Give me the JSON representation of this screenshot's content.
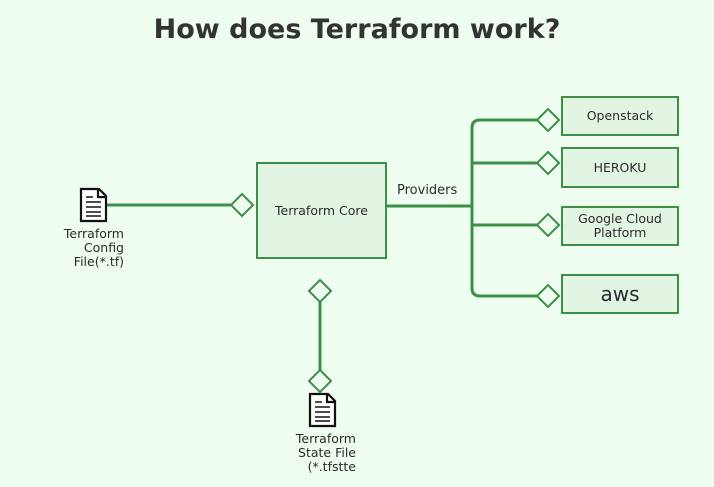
{
  "title": "How does Terraform work?",
  "core": {
    "label": "Terraform Core"
  },
  "providers_label": "Providers",
  "config_file": {
    "line1": "Terraform",
    "line2": "Config",
    "line3": "File(*.tf)",
    "icon": "document-icon"
  },
  "state_file": {
    "line1": "Terraform",
    "line2": "State File",
    "line3": "(*.tfstte",
    "icon": "document-icon"
  },
  "providers": [
    {
      "label": "Openstack"
    },
    {
      "label": "HEROKU"
    },
    {
      "label": "Google Cloud Platform"
    },
    {
      "label": "aws"
    }
  ],
  "colors": {
    "background": "#effdf1",
    "stroke": "#3b8f47",
    "box_fill": "#e2f5e3"
  }
}
